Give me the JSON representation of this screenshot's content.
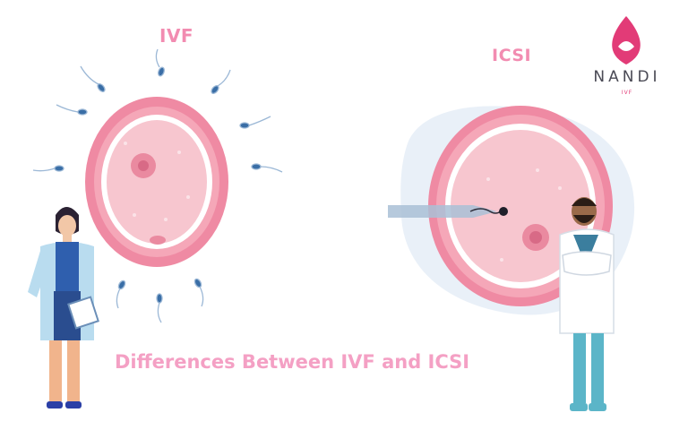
{
  "labels": {
    "ivf": "IVF",
    "icsi": "ICSI",
    "caption": "Differences Between IVF and ICSI"
  },
  "logo": {
    "name": "NANDI",
    "sub": "IVF"
  },
  "colors": {
    "label_pink": "#f28cb1",
    "caption_pink": "#f4a0c4",
    "cell_outer": "#ef8aa3",
    "cell_inner": "#f7c6cf",
    "sperm_blue": "#3a6ea6",
    "coat_blue": "#b9dcef",
    "brand_pink": "#e23b77"
  }
}
